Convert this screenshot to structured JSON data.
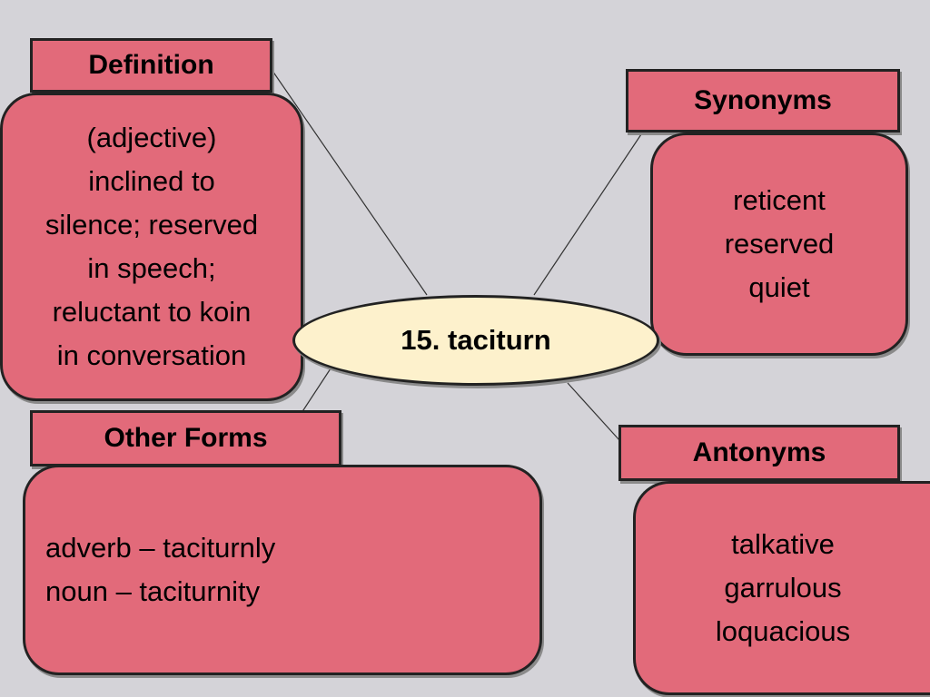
{
  "center": {
    "term": "15. taciturn"
  },
  "definition": {
    "label": "Definition",
    "lines": [
      "(adjective)",
      "inclined to",
      "silence; reserved",
      "in speech;",
      "reluctant to koin",
      "in conversation"
    ]
  },
  "synonyms": {
    "label": "Synonyms",
    "items": [
      "reticent",
      "reserved",
      "quiet"
    ]
  },
  "antonyms": {
    "label": "Antonyms",
    "items": [
      "talkative",
      "garrulous",
      "loquacious"
    ]
  },
  "other_forms": {
    "label": "Other Forms",
    "items": [
      "adverb – taciturnly",
      "noun – taciturnity"
    ]
  },
  "colors": {
    "background": "#d4d3d8",
    "box_fill": "#e26a7a",
    "center_fill": "#fdf1cc",
    "outline": "#222222"
  }
}
